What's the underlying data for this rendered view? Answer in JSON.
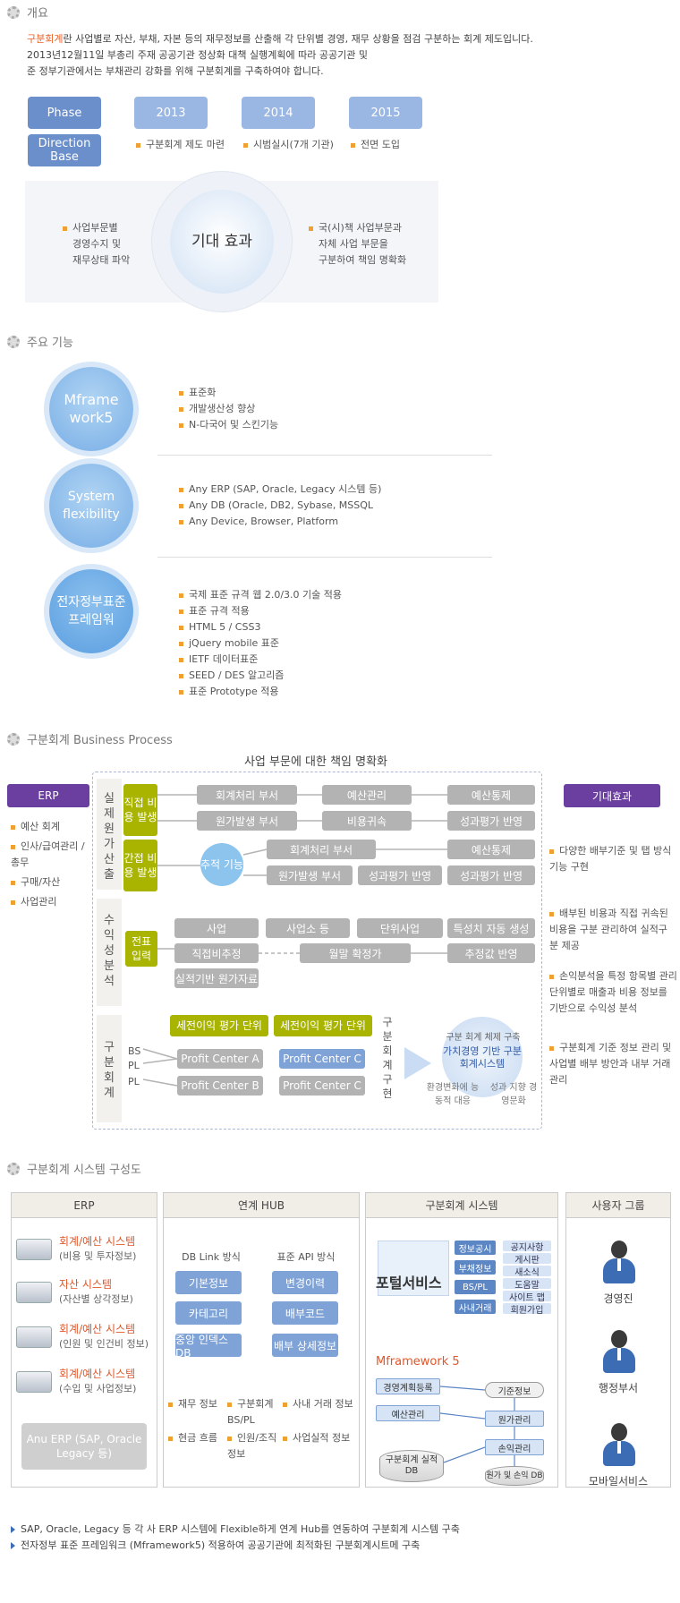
{
  "sec1": {
    "title": "개요",
    "intro_hl": "구분회계",
    "intro_rest": "란 사업별로 자산, 부채, 자본 등의 재무정보를 산출해 각 단위별 경영, 재무 상황을 점검 구분하는 회계 제도입니다.",
    "intro_l2": "2013년12월11일 부총리 주재 공공기관 정상화 대책 실행계획에 따라 공공기관 및",
    "intro_l3": "준 정부기관에서는 부채관리 강화를 위해 구분회계를 구축하여야 합니다.",
    "phase": "Phase",
    "direction": "Direction Base",
    "years": [
      "2013",
      "2014",
      "2015"
    ],
    "year_notes": [
      "구분회계 제도 마련",
      "시범실시(7개 기관)",
      "전면 도입"
    ],
    "effect_center": "기대 효과",
    "effect_left": [
      "사업부문별",
      "경영수지 및",
      "재무상태 파악"
    ],
    "effect_right": [
      "국(시)책 사업부문과",
      "자체 사업 부문을",
      "구분하여 책임 명확화"
    ]
  },
  "sec2": {
    "title": "주요 기능",
    "features": [
      {
        "name": "Mframe work5",
        "items": [
          "표준화",
          "개발생산성 향상",
          "N-다국어 및 스킨기능"
        ]
      },
      {
        "name": "System flexibility",
        "items": [
          "Any ERP (SAP, Oracle, Legacy 시스템 등)",
          "Any DB (Oracle, DB2, Sybase, MSSQL",
          "Any Device, Browser, Platform"
        ]
      },
      {
        "name": "전자정부표준 프레임워",
        "items": [
          "국제 표준 규격 웹 2.0/3.0 기술 적용",
          "표준 규격 적용",
          "HTML 5 / CSS3",
          "jQuery mobile 표준",
          "IETF 데이터표준",
          "SEED / DES 알고리즘",
          "표준 Prototype 적용"
        ]
      }
    ]
  },
  "sec3": {
    "title": "구분회계 Business Process",
    "top": "사업 부문에 대한 책임 명확화",
    "erp": "ERP",
    "erp_items": [
      "예산 회계",
      "인사/급여관리 /총무",
      "구매/자산",
      "사업관리"
    ],
    "effect": "기대효과",
    "effect_items": [
      "다양한 배부기준 및 탭 방식 기능 구현",
      "배부된 비용과 직접 귀속된 비용을 구분 관리하여 실적구분 제공",
      "손익분석을 특정 항목별 관리 단위별로 매출과 비용 정보를 기반으로 수익성 분석",
      "구분회계 기준 정보 관리 및 사업별 배부 방안과 내부 거래 관리"
    ],
    "v1": "실제원가산출",
    "v2": "수익성분석",
    "v3": "구분회계",
    "v4": "구분회계구현",
    "direct": "직접 비용 발생",
    "indirect": "간접 비용 발생",
    "trace": "추적 기능",
    "slip": "전표 입력",
    "r1": [
      "회계처리 부서",
      "예산관리",
      "예산통제"
    ],
    "r2": [
      "원가발생 부서",
      "비용귀속",
      "성과평가 반영"
    ],
    "r3": [
      "회계처리 부서",
      "예산통제"
    ],
    "r4": [
      "원가발생 부서",
      "성과평가 반영",
      "성과평가 반영"
    ],
    "p1": [
      "사업",
      "사업소 등",
      "단위사업",
      "특성치 자동 생성"
    ],
    "p2": [
      "직접비추정",
      "월말 확정가",
      "추정값 반영"
    ],
    "p3": "실적기반 원가자료",
    "ev1": "세전이익 평가 단위",
    "ev2": "세전이익 평가 단위",
    "pca": "Profit Center A",
    "pcb": "Profit Center B",
    "pcc1": "Profit Center C",
    "pcc2": "Profit Center C",
    "bs": "BS",
    "pl1": "PL",
    "pl2": "PL",
    "goal_top": "구분 회계 체제 구축",
    "goal": "가치경영 기반 구분회계시스템",
    "goal_l": "환경변화에 능동적 대응",
    "goal_r": "성과 지향 경영문화"
  },
  "sec4": {
    "title": "구분회계 시스템 구성도",
    "heads": [
      "ERP",
      "연계 HUB",
      "구분회계 시스템",
      "사용자 그룹"
    ],
    "erp": [
      {
        "t": "회계/예산 시스템",
        "s": "(비용 및 투자정보)"
      },
      {
        "t": "자산 시스템",
        "s": "(자산별 상각정보)"
      },
      {
        "t": "회계/예산 시스템",
        "s": "(인원 및 인건비 정보)"
      },
      {
        "t": "회계/예산 시스템",
        "s": "(수입 및 사업정보)"
      }
    ],
    "any_erp": "Anu ERP (SAP, Oracle Legacy 등)",
    "hub_l": "DB Link 방식",
    "hub_r": "표준 API 방식",
    "hub_lb": [
      "기본정보",
      "카테고리",
      "중앙 인덱스 DB"
    ],
    "hub_rb": [
      "변경이력",
      "배부코드",
      "배부 상세정보"
    ],
    "hub_notes": [
      "재무 정보",
      "구분회계 BS/PL",
      "사내 거래 정보",
      "현금 흐름",
      "인원/조직 정보",
      "사업실적 정보"
    ],
    "portal": "포털서비스",
    "portal_left": [
      "정보공시",
      "부채정보",
      "BS/PL",
      "사내거래"
    ],
    "portal_right": [
      "공지사항",
      "게시판",
      "새소식",
      "도움말",
      "사이트 맵",
      "회원가입"
    ],
    "mfw": "Mframework 5",
    "mfw_boxes": [
      "경영계획등록",
      "예산관리",
      "기준정보",
      "원가관리",
      "손익관리"
    ],
    "db1": "구분회계 실적 DB",
    "db2": "원가 및 손익 DB",
    "users": [
      "경영진",
      "행정부서",
      "모바일서비스"
    ]
  },
  "footer": [
    "SAP, Oracle, Legacy 등 각 사 ERP 시스템에 Flexible하게 연계 Hub를 연동하여 구분회계 시스템 구축",
    "전자정부 표준 프레임워크 (Mframework5) 적용하여 공공기관에 최적화된 구분회계시트메 구축"
  ],
  "colors": {
    "accent": "#e8622a",
    "blue": "#6a8fca",
    "purple": "#6b3fa0",
    "olive": "#a8b400"
  }
}
